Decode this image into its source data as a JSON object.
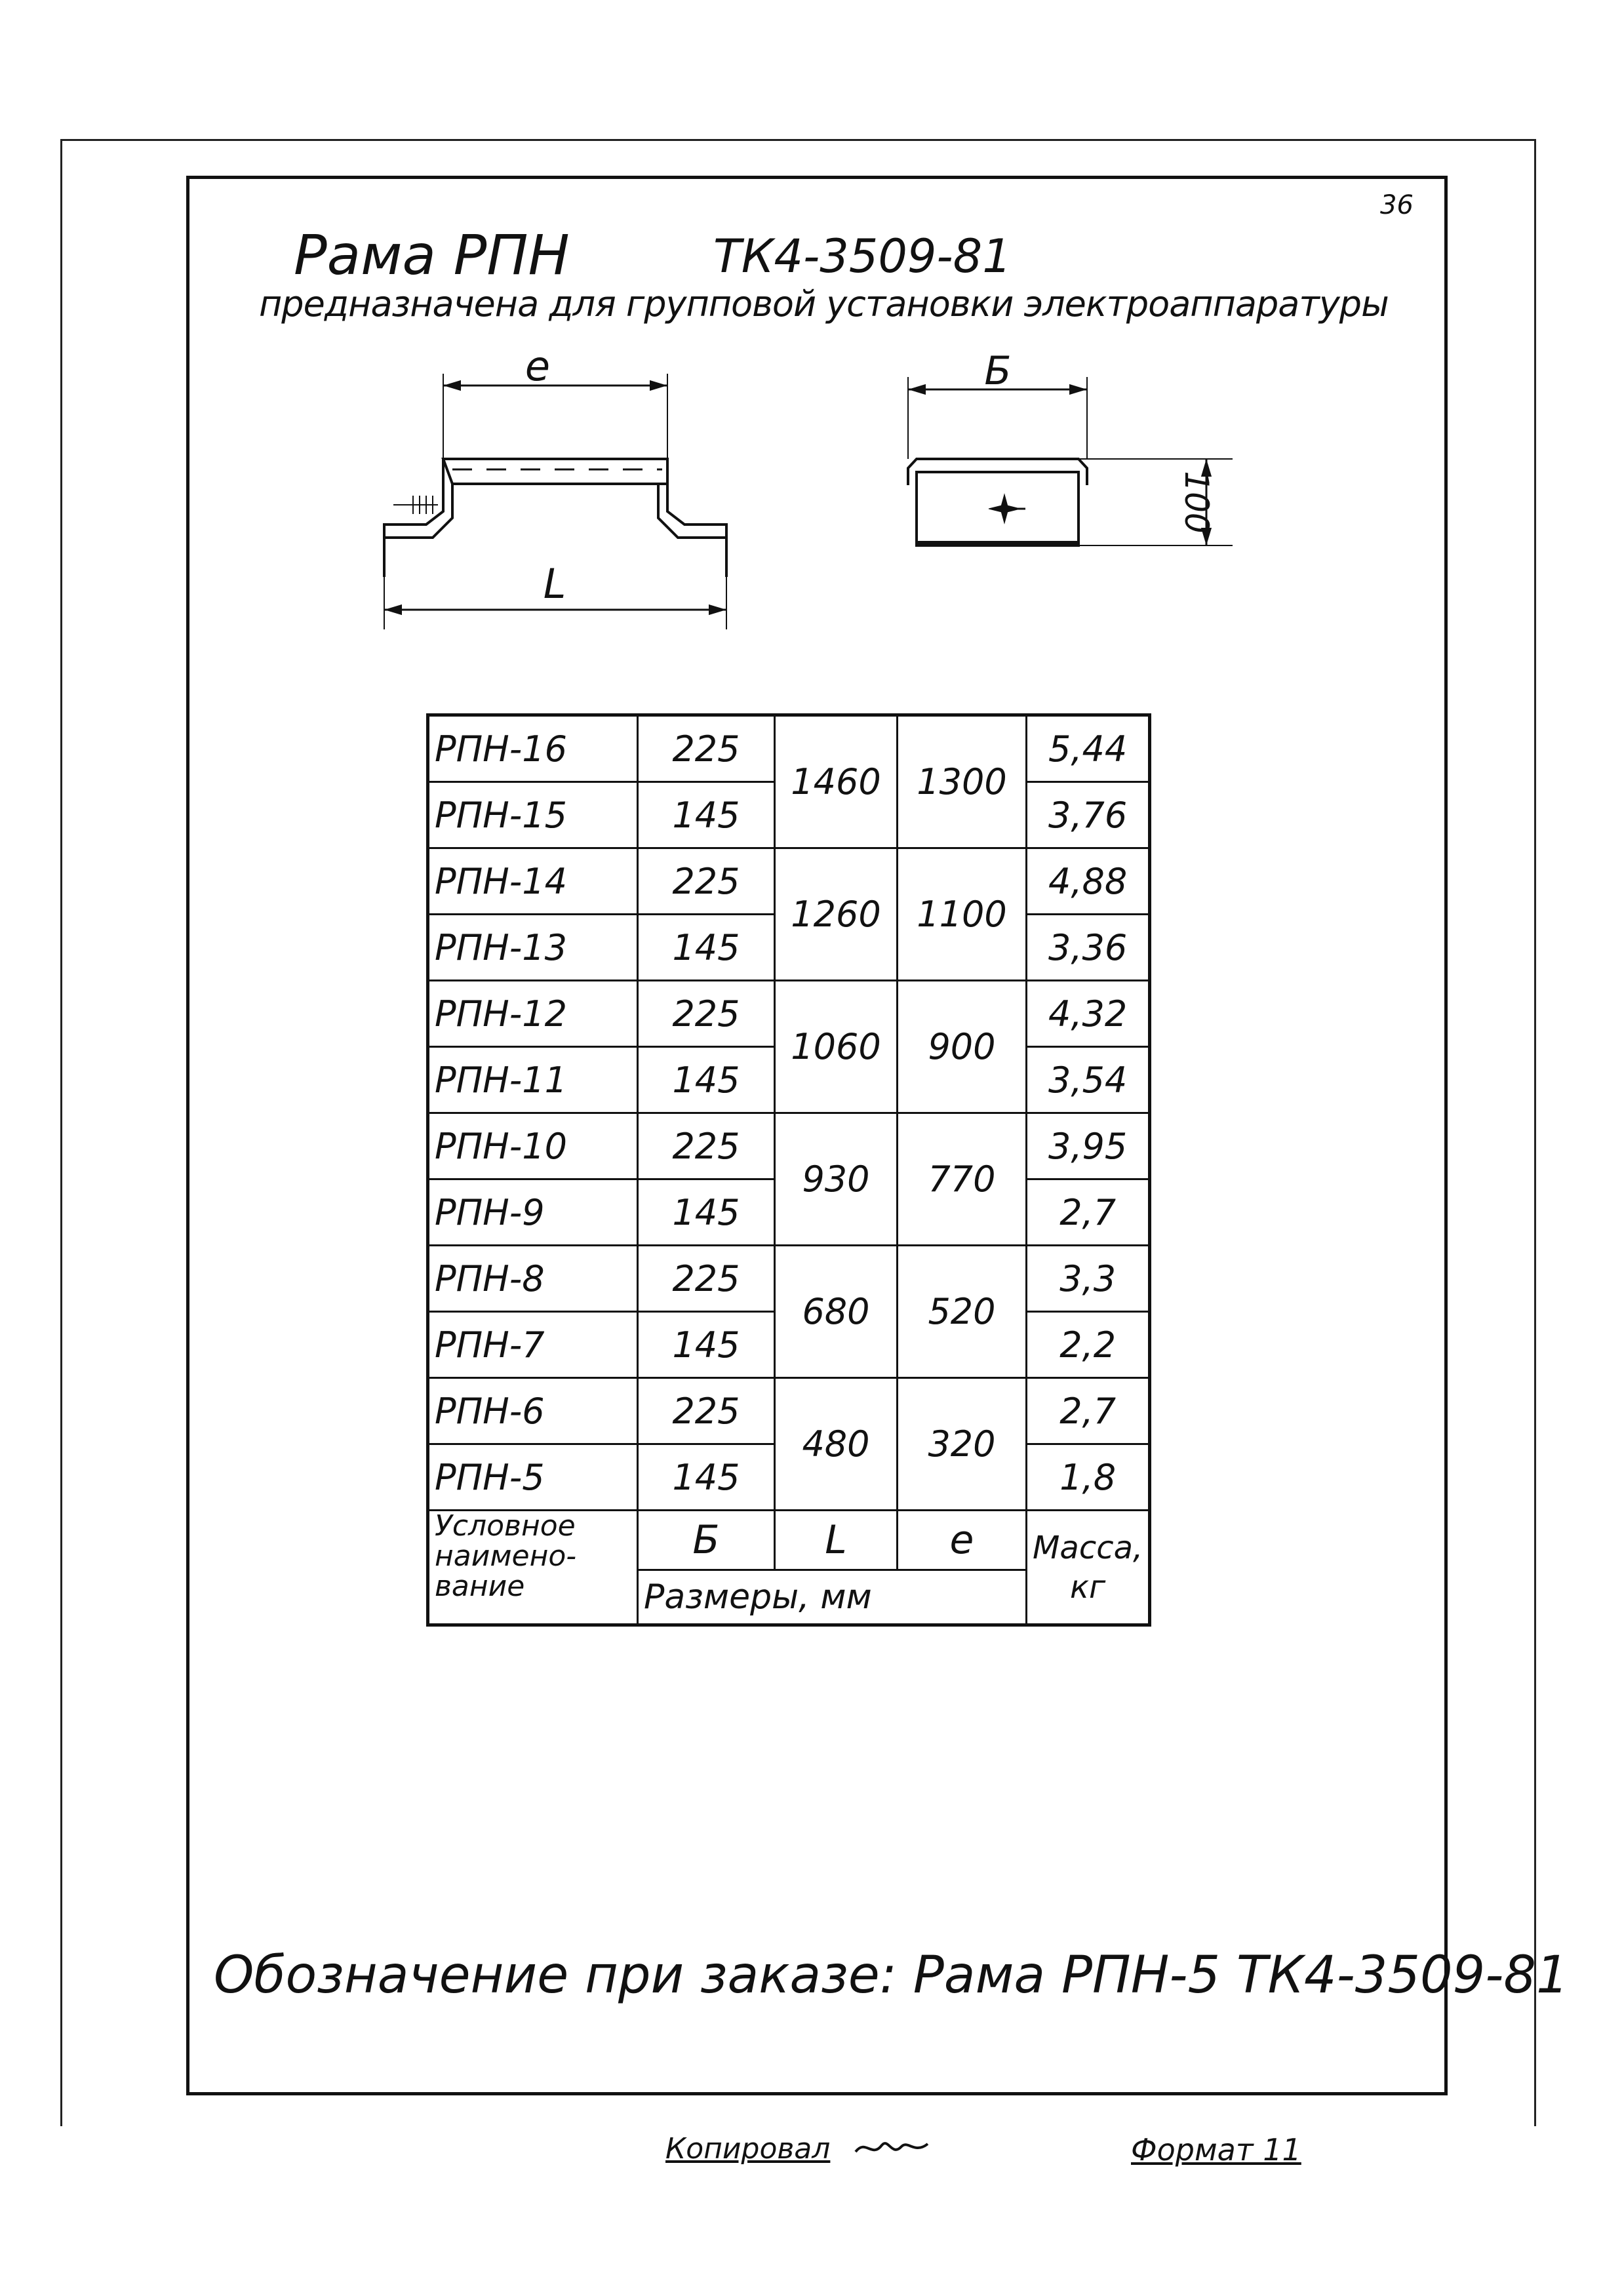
{
  "sheet": {
    "page_number": "36",
    "title_name": "Рама РПН",
    "title_code": "ТК4-3509-81",
    "subtitle": "предназначена для групповой установки электроаппаратуры"
  },
  "drawing": {
    "side_view": {
      "dim_top": "e",
      "dim_bottom": "L"
    },
    "end_view": {
      "dim_top": "Б",
      "dim_side": "100"
    }
  },
  "table": {
    "groups": [
      {
        "L": "1460",
        "e": "1300",
        "rows": [
          {
            "name": "РПН-16",
            "b": "225",
            "mass": "5,44"
          },
          {
            "name": "РПН-15",
            "b": "145",
            "mass": "3,76"
          }
        ]
      },
      {
        "L": "1260",
        "e": "1100",
        "rows": [
          {
            "name": "РПН-14",
            "b": "225",
            "mass": "4,88"
          },
          {
            "name": "РПН-13",
            "b": "145",
            "mass": "3,36"
          }
        ]
      },
      {
        "L": "1060",
        "e": "900",
        "rows": [
          {
            "name": "РПН-12",
            "b": "225",
            "mass": "4,32"
          },
          {
            "name": "РПН-11",
            "b": "145",
            "mass": "3,54"
          }
        ]
      },
      {
        "L": "930",
        "e": "770",
        "rows": [
          {
            "name": "РПН-10",
            "b": "225",
            "mass": "3,95"
          },
          {
            "name": "РПН-9",
            "b": "145",
            "mass": "2,7"
          }
        ]
      },
      {
        "L": "680",
        "e": "520",
        "rows": [
          {
            "name": "РПН-8",
            "b": "225",
            "mass": "3,3"
          },
          {
            "name": "РПН-7",
            "b": "145",
            "mass": "2,2"
          }
        ]
      },
      {
        "L": "480",
        "e": "320",
        "rows": [
          {
            "name": "РПН-6",
            "b": "225",
            "mass": "2,7"
          },
          {
            "name": "РПН-5",
            "b": "145",
            "mass": "1,8"
          }
        ]
      }
    ],
    "header": {
      "name_col": "Условное наимено- вание",
      "b_col": "Б",
      "L_col": "L",
      "e_col": "е",
      "dims_label": "Размеры, мм",
      "mass_col": "Масса, кг"
    }
  },
  "order_note": "Обозначение при заказе: Рама РПН-5 ТК4-3509-81",
  "footer": {
    "copied": "Копировал",
    "format": "Формат 11"
  }
}
